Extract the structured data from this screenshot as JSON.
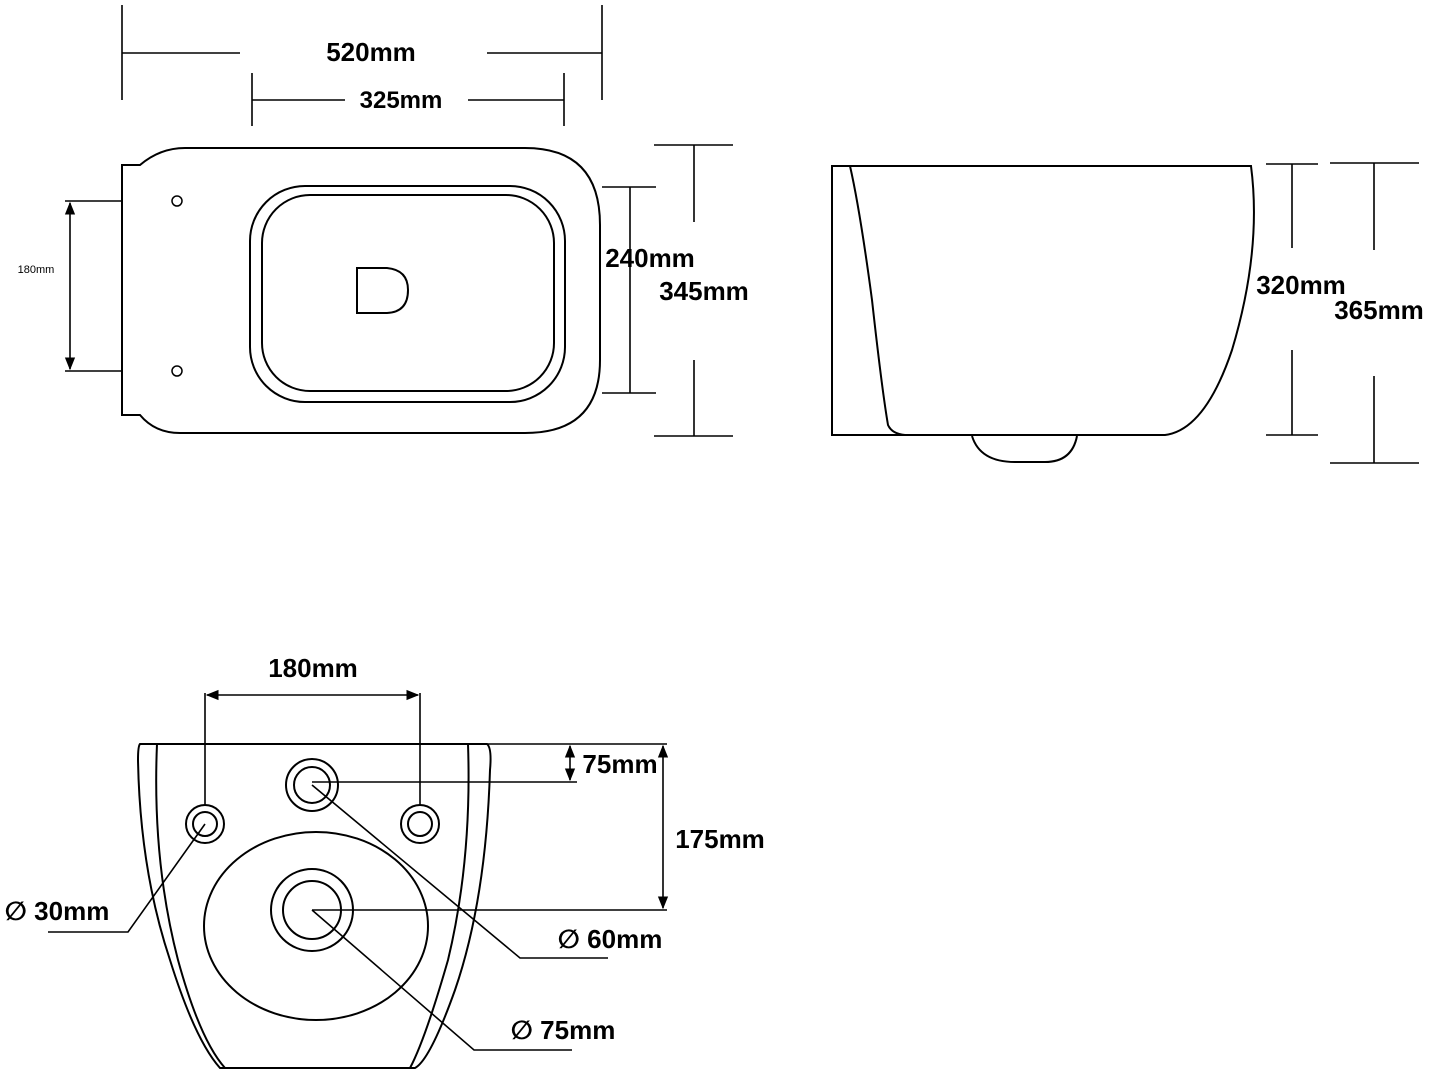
{
  "top_view": {
    "overall_length": "520mm",
    "pan_length": "325mm",
    "fixing_spacing": "180mm",
    "bowl_width": "240mm",
    "overall_width": "345mm"
  },
  "side_view": {
    "body_height": "320mm",
    "overall_height": "365mm"
  },
  "rear_view": {
    "fixing_spacing": "180mm",
    "inlet_offset": "75mm",
    "outlet_offset": "175mm",
    "fixing_hole_diameter": "∅ 30mm",
    "inlet_diameter": "∅ 60mm",
    "outlet_diameter": "∅ 75mm"
  }
}
